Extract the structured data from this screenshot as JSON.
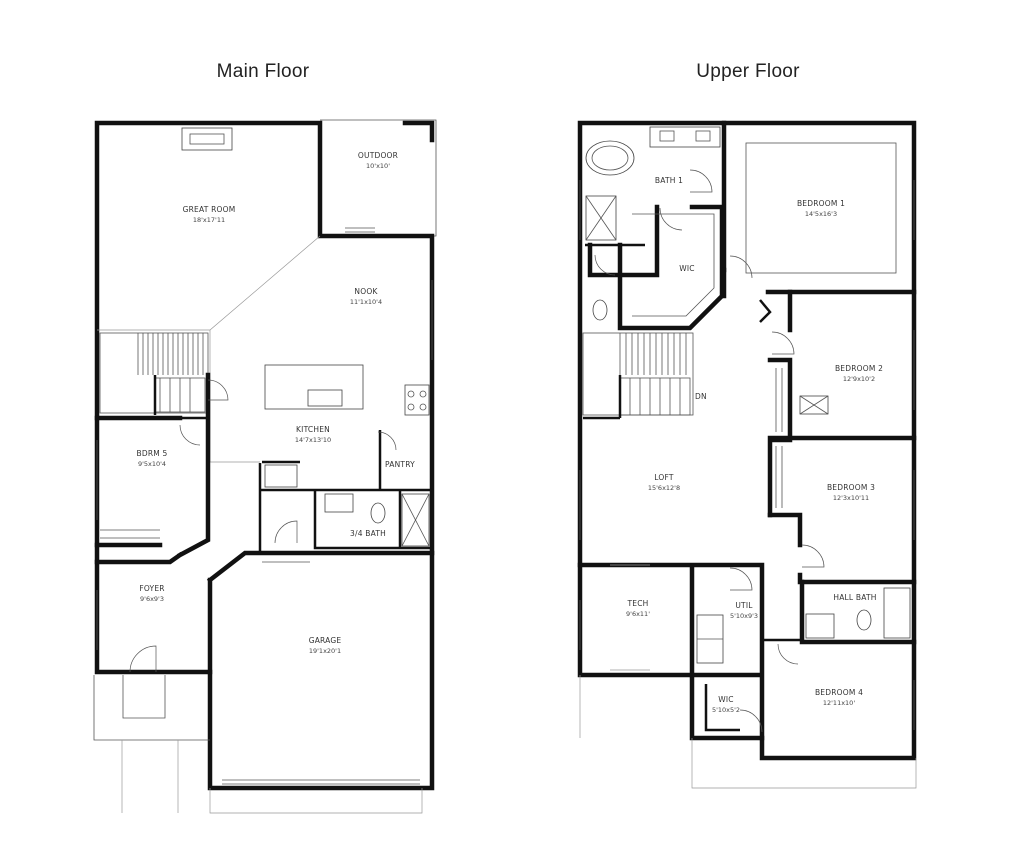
{
  "floors": {
    "main": {
      "title": "Main Floor",
      "rooms": {
        "outdoor": {
          "name": "OUTDOOR",
          "dim": "10'x10'"
        },
        "great_room": {
          "name": "GREAT ROOM",
          "dim": "18'x17'11"
        },
        "nook": {
          "name": "NOOK",
          "dim": "11'1x10'4"
        },
        "kitchen": {
          "name": "KITCHEN",
          "dim": "14'7x13'10"
        },
        "pantry": {
          "name": "PANTRY"
        },
        "bdrm5": {
          "name": "BDRM 5",
          "dim": "9'5x10'4"
        },
        "bath34": {
          "name": "3/4 BATH"
        },
        "foyer": {
          "name": "FOYER",
          "dim": "9'6x9'3"
        },
        "garage": {
          "name": "GARAGE",
          "dim": "19'1x20'1"
        }
      }
    },
    "upper": {
      "title": "Upper Floor",
      "rooms": {
        "bath1": {
          "name": "BATH 1"
        },
        "bedroom1": {
          "name": "BEDROOM 1",
          "dim": "14'5x16'3"
        },
        "wic": {
          "name": "WIC"
        },
        "bedroom2": {
          "name": "BEDROOM 2",
          "dim": "12'9x10'2"
        },
        "dn": {
          "name": "DN"
        },
        "loft": {
          "name": "LOFT",
          "dim": "15'6x12'8"
        },
        "bedroom3": {
          "name": "BEDROOM 3",
          "dim": "12'3x10'11"
        },
        "tech": {
          "name": "TECH",
          "dim": "9'6x11'"
        },
        "util": {
          "name": "UTIL",
          "dim": "5'10x9'3"
        },
        "hall_bath": {
          "name": "HALL BATH"
        },
        "bedroom4": {
          "name": "BEDROOM 4",
          "dim": "12'11x10'"
        },
        "wic2": {
          "name": "WIC",
          "dim": "5'10x5'2"
        }
      }
    }
  }
}
